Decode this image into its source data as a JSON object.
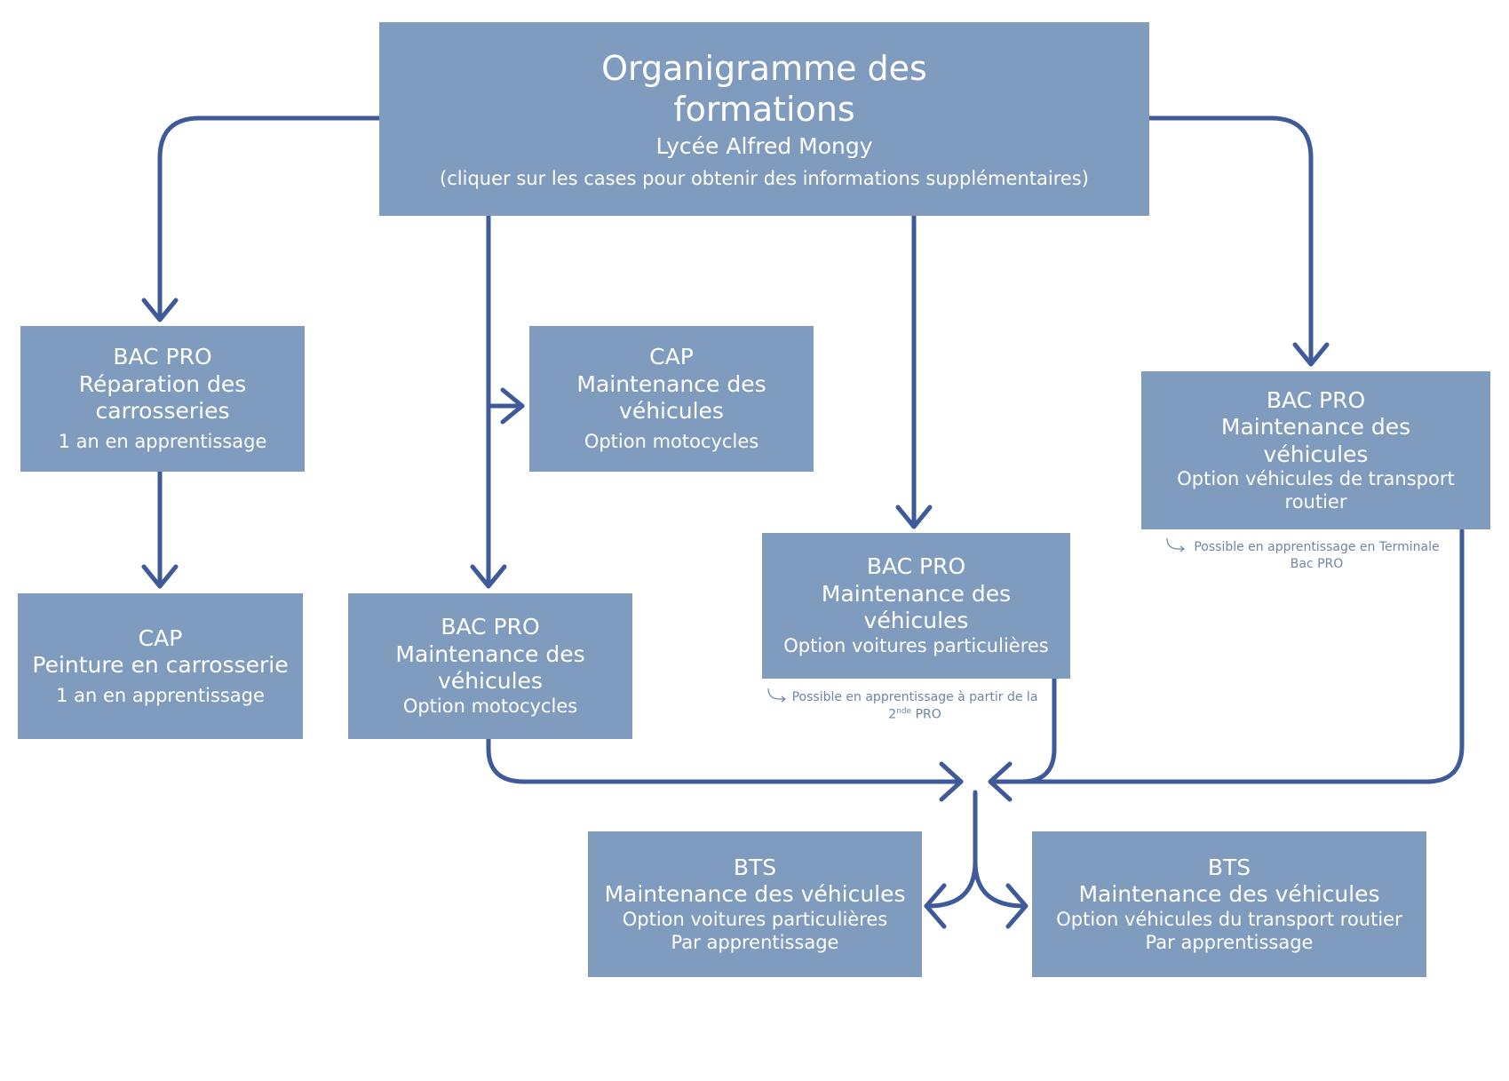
{
  "colors": {
    "box_fill": "#7f9bbd",
    "box_text": "#ffffff",
    "connector": "#3f5a99",
    "note_text": "#6e86a6"
  },
  "header": {
    "title": "Organigramme des formations",
    "subtitle": "Lycée Alfred Mongy",
    "instruction": "(cliquer sur les cases pour obtenir des informations supplémentaires)"
  },
  "boxes": {
    "bacpro_carrosserie": {
      "line1": "BAC PRO",
      "line2": "Réparation des carrosseries",
      "line3": "1 an en apprentissage"
    },
    "cap_peinture": {
      "line1": "CAP",
      "line2": "Peinture en carrosserie",
      "line3": "1 an en apprentissage"
    },
    "cap_moto": {
      "line1": "CAP",
      "line2": "Maintenance des véhicules",
      "line3": "Option motocycles"
    },
    "bacpro_moto": {
      "line1": "BAC PRO",
      "line2": "Maintenance des véhicules",
      "line3": "Option motocycles"
    },
    "bacpro_vp": {
      "line1": "BAC PRO",
      "line2": "Maintenance des véhicules",
      "line3": "Option voitures particulières"
    },
    "bacpro_tr": {
      "line1": "BAC PRO",
      "line2": "Maintenance des véhicules",
      "line3": "Option véhicules de transport routier"
    },
    "bts_vp": {
      "line1": "BTS",
      "line2": "Maintenance des véhicules",
      "line3": "Option voitures particulières",
      "line4": "Par apprentissage"
    },
    "bts_tr": {
      "line1": "BTS",
      "line2": "Maintenance des véhicules",
      "line3": "Option véhicules du transport routier",
      "line4": "Par apprentissage"
    }
  },
  "notes": {
    "vp": {
      "text": "Possible en apprentissage à partir de la",
      "level": "2",
      "level_suffix": "nde",
      "tail": "PRO"
    },
    "tr": {
      "text": "Possible en apprentissage en Terminale Bac PRO"
    }
  }
}
